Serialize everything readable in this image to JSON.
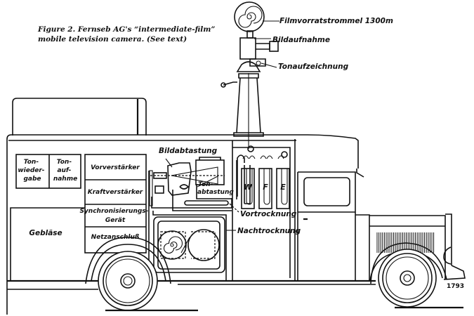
{
  "caption": {
    "line1": "Figure 2. Fernseb AG's “intermediate-film”",
    "line2": "mobile television camera. (See text)"
  },
  "labels": {
    "film_drum": "Filmvorratstrommel 1300m",
    "image_capture": "Bildaufnahme",
    "sound_recording": "Tonaufzeichnung",
    "image_scanning": "Bildabtastung",
    "sound_scanning_1": "Ton-",
    "sound_scanning_2": "abtastung",
    "pre_drying": "Vortrocknung",
    "post_drying": "Nachtrocknung"
  },
  "compartments": {
    "sound_playback": [
      "Ton-",
      "wieder-",
      "gabe"
    ],
    "sound_recording": [
      "Ton-",
      "auf-",
      "nahme"
    ],
    "preamplifier": "Vorverstärker",
    "power_amplifier": "Kraftverstärker",
    "sync_device_1": "Synchronisierungs-",
    "sync_device_2": "Gerät",
    "blower": "Gebläse",
    "mains_connection": "Netzanschluß"
  },
  "tanks": [
    "W",
    "F",
    "E"
  ],
  "reference_number": "1793"
}
